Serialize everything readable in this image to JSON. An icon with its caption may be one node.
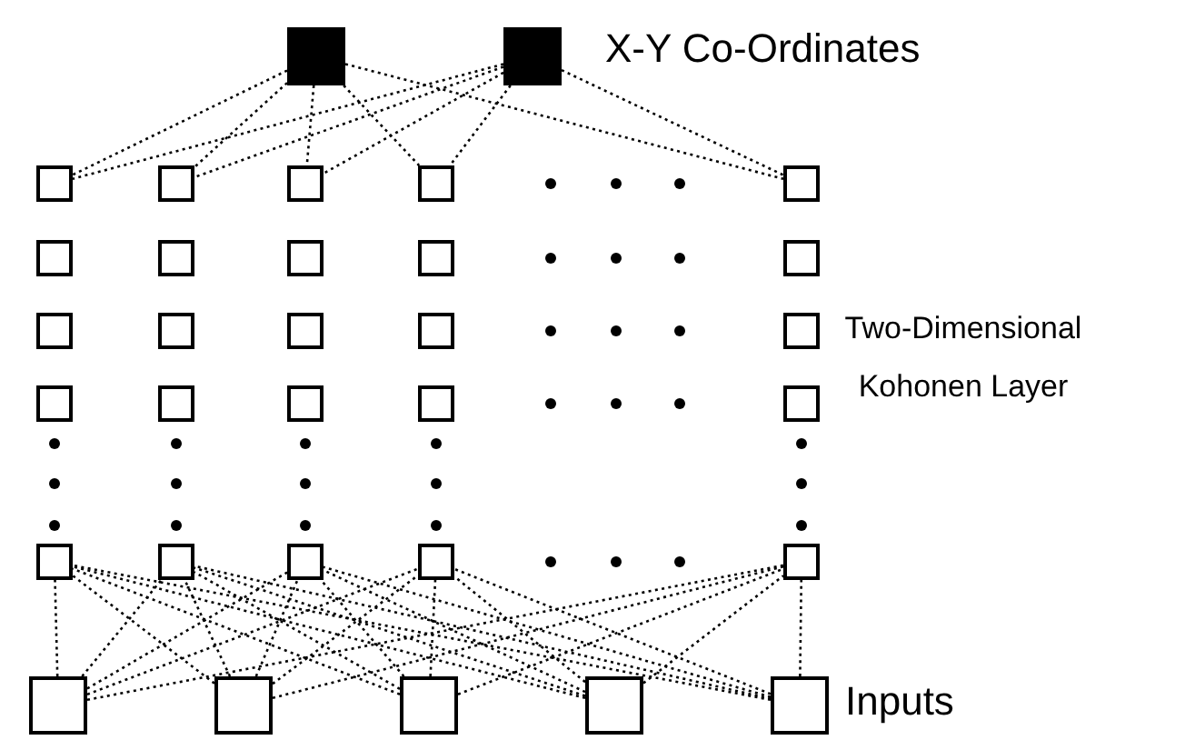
{
  "diagram": {
    "nodes": [
      {
        "text": [],
        "shape": "box"
      },
      {
        "text": [],
        "shape": "box"
      },
      {
        "text": [],
        "shape": "box"
      },
      {
        "text": [],
        "shape": "box"
      },
      {
        "text": [],
        "shape": "box"
      },
      {
        "text": [],
        "shape": "box"
      },
      {
        "text": [],
        "shape": "box"
      },
      {
        "text": [],
        "shape": "box"
      },
      {
        "text": [],
        "shape": "box"
      },
      {
        "text": [],
        "shape": "box"
      },
      {
        "text": [],
        "shape": "box"
      },
      {
        "text": [],
        "shape": "box"
      },
      {
        "text": [],
        "shape": "box"
      },
      {
        "text": [],
        "shape": "box"
      },
      {
        "text": [],
        "shape": "box"
      },
      {
        "text": [],
        "shape": "box"
      },
      {
        "text": [],
        "shape": "box"
      },
      {
        "text": [],
        "shape": "box"
      },
      {
        "text": [],
        "shape": "box"
      },
      {
        "text": [],
        "shape": "box"
      },
      {
        "text": [],
        "shape": "box"
      },
      {
        "text": [],
        "shape": "box"
      },
      {
        "text": [],
        "shape": "box"
      },
      {
        "text": [],
        "shape": "box"
      },
      {
        "text": [],
        "shape": "box"
      },
      {
        "text": [],
        "shape": "box"
      },
      {
        "text": [],
        "shape": "box"
      },
      {
        "text": [],
        "shape": "box"
      },
      {
        "text": [],
        "shape": "box"
      },
      {
        "text": [],
        "shape": "box"
      },
      {
        "text": [],
        "shape": "box"
      },
      {
        "text": [],
        "shape": "box"
      }
    ],
    "edges": [
      {
        "from": 0,
        "to": 2,
        "arrow": "none",
        "style": "dashed"
      },
      {
        "from": 0,
        "to": 3,
        "arrow": "none",
        "style": "dashed"
      },
      {
        "from": 0,
        "to": 4,
        "arrow": "none",
        "style": "dashed"
      },
      {
        "from": 0,
        "to": 5,
        "arrow": "none",
        "style": "dashed"
      },
      {
        "from": 0,
        "to": 6,
        "arrow": "none",
        "style": "dashed"
      },
      {
        "from": 1,
        "to": 2,
        "arrow": "none",
        "style": "dashed"
      },
      {
        "from": 1,
        "to": 3,
        "arrow": "none",
        "style": "dashed"
      },
      {
        "from": 1,
        "to": 4,
        "arrow": "none",
        "style": "dashed"
      },
      {
        "from": 1,
        "to": 5,
        "arrow": "none",
        "style": "dashed"
      },
      {
        "from": 1,
        "to": 6,
        "arrow": "none",
        "style": "dashed"
      },
      {
        "from": 27,
        "to": 22,
        "arrow": "none",
        "style": "dashed"
      },
      {
        "from": 27,
        "to": 23,
        "arrow": "none",
        "style": "dashed"
      },
      {
        "from": 27,
        "to": 24,
        "arrow": "none",
        "style": "dashed"
      },
      {
        "from": 27,
        "to": 25,
        "arrow": "none",
        "style": "dashed"
      },
      {
        "from": 27,
        "to": 26,
        "arrow": "none",
        "style": "dashed"
      },
      {
        "from": 28,
        "to": 22,
        "arrow": "none",
        "style": "dashed"
      },
      {
        "from": 28,
        "to": 23,
        "arrow": "none",
        "style": "dashed"
      },
      {
        "from": 28,
        "to": 24,
        "arrow": "none",
        "style": "dashed"
      },
      {
        "from": 28,
        "to": 25,
        "arrow": "none",
        "style": "dashed"
      },
      {
        "from": 28,
        "to": 26,
        "arrow": "none",
        "style": "dashed"
      },
      {
        "from": 29,
        "to": 22,
        "arrow": "none",
        "style": "dashed"
      },
      {
        "from": 29,
        "to": 23,
        "arrow": "none",
        "style": "dashed"
      },
      {
        "from": 29,
        "to": 24,
        "arrow": "none",
        "style": "dashed"
      },
      {
        "from": 29,
        "to": 25,
        "arrow": "none",
        "style": "dashed"
      },
      {
        "from": 29,
        "to": 26,
        "arrow": "none",
        "style": "dashed"
      },
      {
        "from": 30,
        "to": 22,
        "arrow": "none",
        "style": "dashed"
      },
      {
        "from": 30,
        "to": 23,
        "arrow": "none",
        "style": "dashed"
      },
      {
        "from": 30,
        "to": 24,
        "arrow": "none",
        "style": "dashed"
      },
      {
        "from": 30,
        "to": 25,
        "arrow": "none",
        "style": "dashed"
      },
      {
        "from": 30,
        "to": 26,
        "arrow": "none",
        "style": "dashed"
      },
      {
        "from": 31,
        "to": 22,
        "arrow": "none",
        "style": "dashed"
      },
      {
        "from": 31,
        "to": 23,
        "arrow": "none",
        "style": "dashed"
      },
      {
        "from": 31,
        "to": 24,
        "arrow": "none",
        "style": "dashed"
      },
      {
        "from": 31,
        "to": 25,
        "arrow": "none",
        "style": "dashed"
      },
      {
        "from": 31,
        "to": 26,
        "arrow": "none",
        "style": "dashed"
      }
    ],
    "labels": [
      "X-Y Co-Ordinates",
      "Two-Dimensional Kohonen Layer",
      "Inputs"
    ]
  }
}
